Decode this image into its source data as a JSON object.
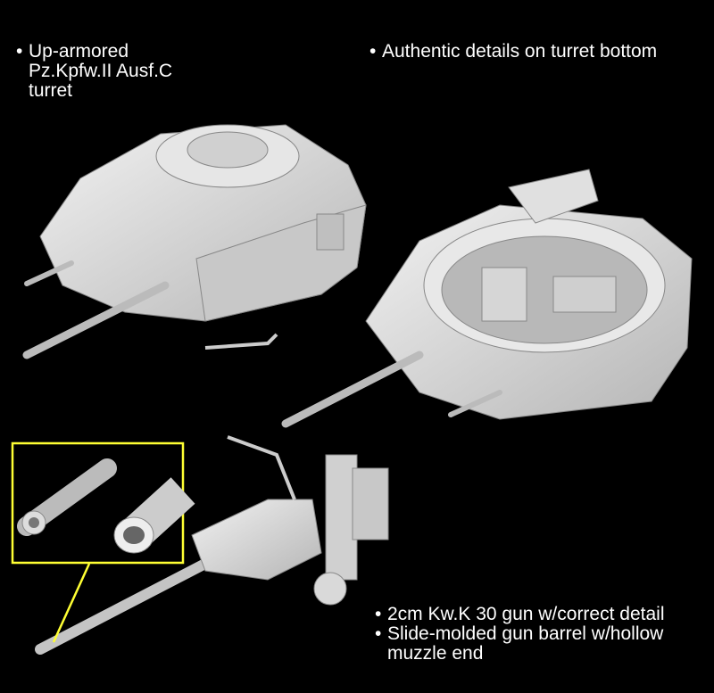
{
  "captions": {
    "turret_top": {
      "bullet": "•",
      "lines": [
        "Up-armored",
        "Pz.Kpfw.II Ausf.C",
        "turret"
      ]
    },
    "turret_bottom": {
      "bullet": "•",
      "text": "Authentic details on turret bottom"
    },
    "gun": [
      {
        "bullet": "•",
        "lines": [
          "2cm Kw.K 30 gun w/correct detail"
        ]
      },
      {
        "bullet": "•",
        "lines": [
          "Slide-molded gun barrel w/hollow",
          "muzzle end"
        ]
      }
    ]
  },
  "colors": {
    "background": "#000000",
    "model": "#d9d9d9",
    "inset_border": "#ffff33",
    "text": "#ffffff"
  }
}
